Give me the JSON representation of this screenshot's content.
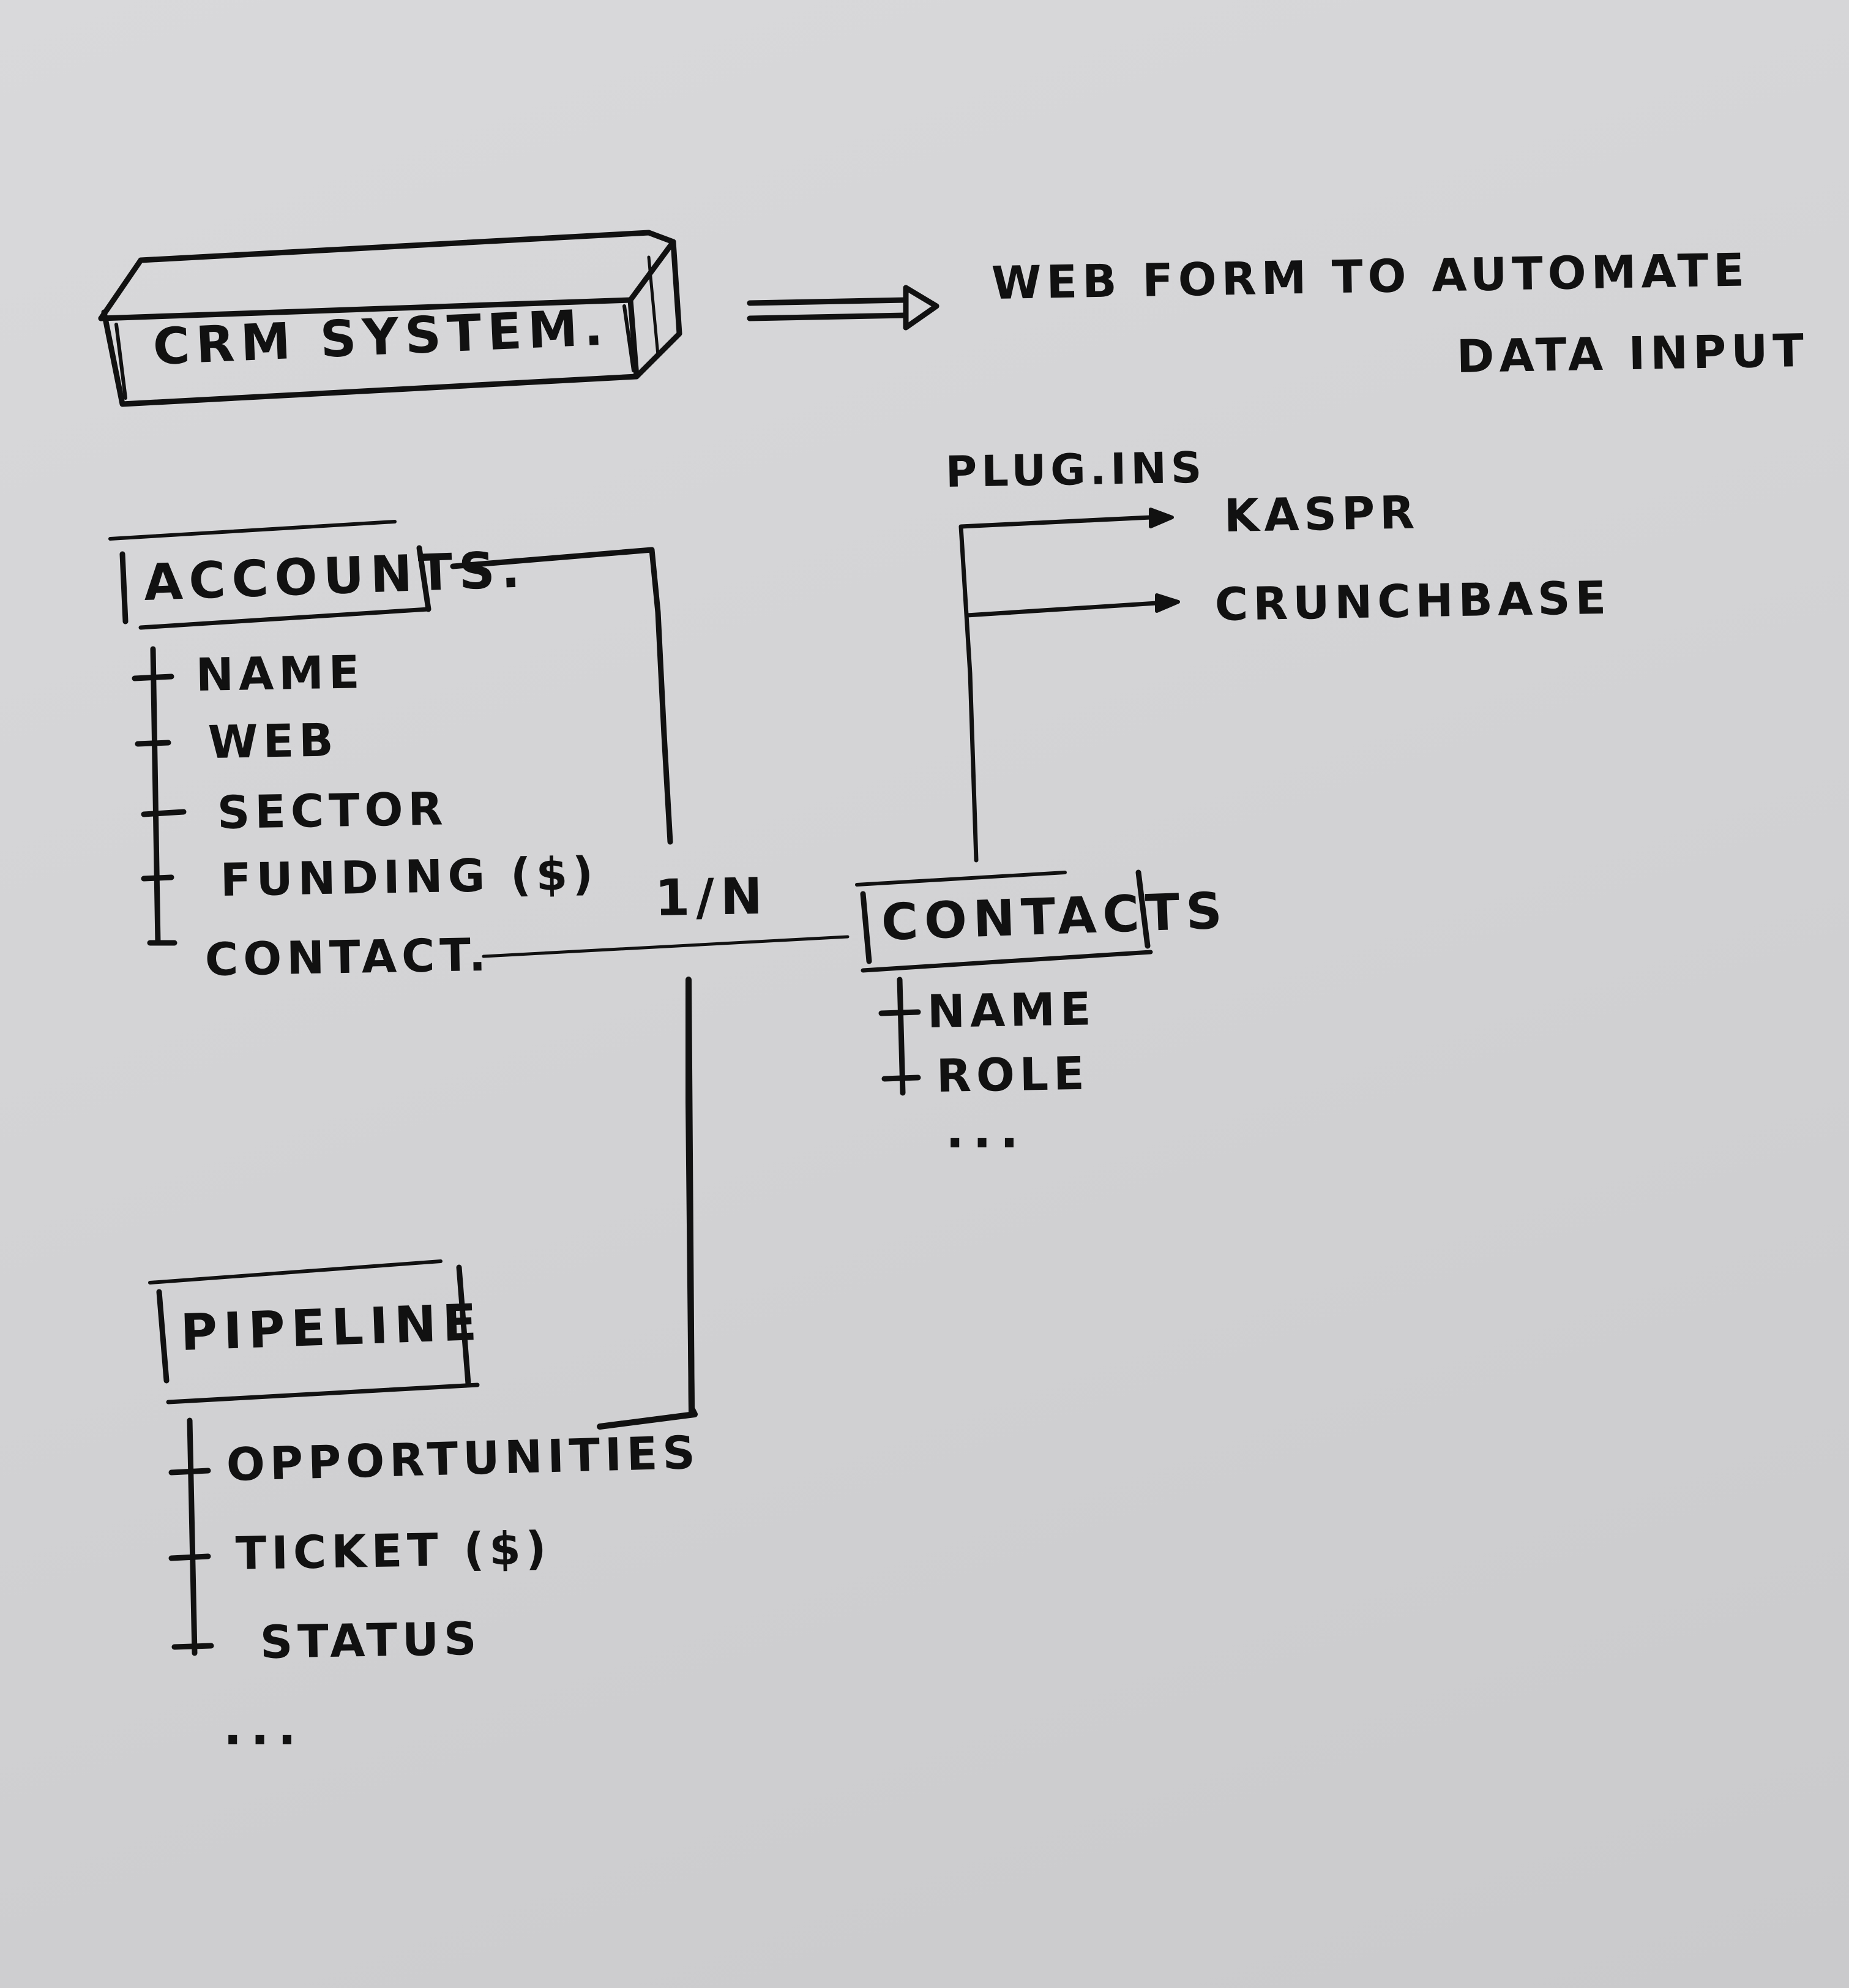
{
  "crm": {
    "title": "CRM SYSTEM.",
    "arrow_target": {
      "line1": "WEB FORM TO AUTOMATE",
      "line2": "DATA INPUT"
    }
  },
  "plugins": {
    "label": "PLUG.INS",
    "items": [
      "KASPR",
      "CRUNCHBASE"
    ]
  },
  "accounts": {
    "title": "ACCOUNTS.",
    "fields": [
      "NAME",
      "WEB",
      "SECTOR",
      "FUNDING ($)",
      "CONTACT."
    ]
  },
  "relationship": {
    "cardinality": "1/N"
  },
  "contacts": {
    "title": "CONTACTS",
    "fields": [
      "NAME",
      "ROLE"
    ],
    "more": "..."
  },
  "pipeline": {
    "title": "PIPELINE",
    "fields": [
      "OPPORTUNITIES",
      "TICKET ($)",
      "STATUS"
    ],
    "more": "..."
  }
}
